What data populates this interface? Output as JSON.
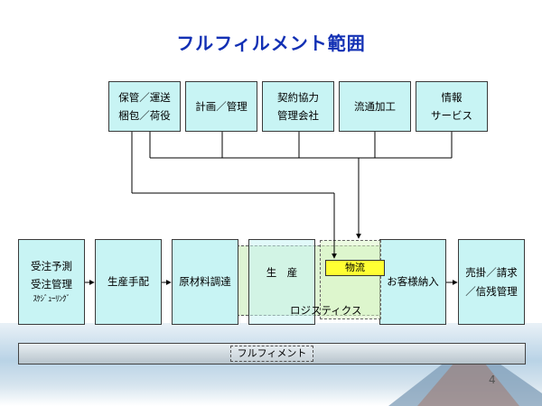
{
  "slide": {
    "title": "フルフィルメント範囲",
    "page_number": "4"
  },
  "top_boxes": [
    {
      "id": "hokan",
      "lines": [
        "保管／運送",
        "梱包／荷役"
      ]
    },
    {
      "id": "keikaku",
      "lines": [
        "計画／管理"
      ]
    },
    {
      "id": "keiyaku",
      "lines": [
        "契約協力",
        "管理会社"
      ]
    },
    {
      "id": "ryutsu",
      "lines": [
        "流通加工"
      ]
    },
    {
      "id": "joho",
      "lines": [
        "情報",
        "サービス"
      ]
    }
  ],
  "process_boxes": [
    {
      "id": "juchu",
      "lines": [
        "受注予測",
        "受注管理",
        "ｽｹｼﾞｭｰﾘﾝｸﾞ"
      ]
    },
    {
      "id": "seisan-tehai",
      "lines": [
        "生産手配"
      ]
    },
    {
      "id": "genzairyo",
      "lines": [
        "原材料調達"
      ]
    },
    {
      "id": "seisan",
      "lines": [
        "生　産"
      ]
    },
    {
      "id": "okyakusama",
      "lines": [
        "お客様納入"
      ]
    },
    {
      "id": "urikake",
      "lines": [
        "売掛／請求",
        "／信残管理"
      ]
    }
  ],
  "regions": {
    "butsuryu": "物流",
    "logistics": "ロジスティクス"
  },
  "fulfillment_bar": {
    "label": "フルフィメント"
  },
  "colors": {
    "title": "#1230b4",
    "box_fill": "#c8f4f4",
    "logistics_fill": "#cdeebc",
    "butsuryu_label_fill": "#ffff33"
  }
}
